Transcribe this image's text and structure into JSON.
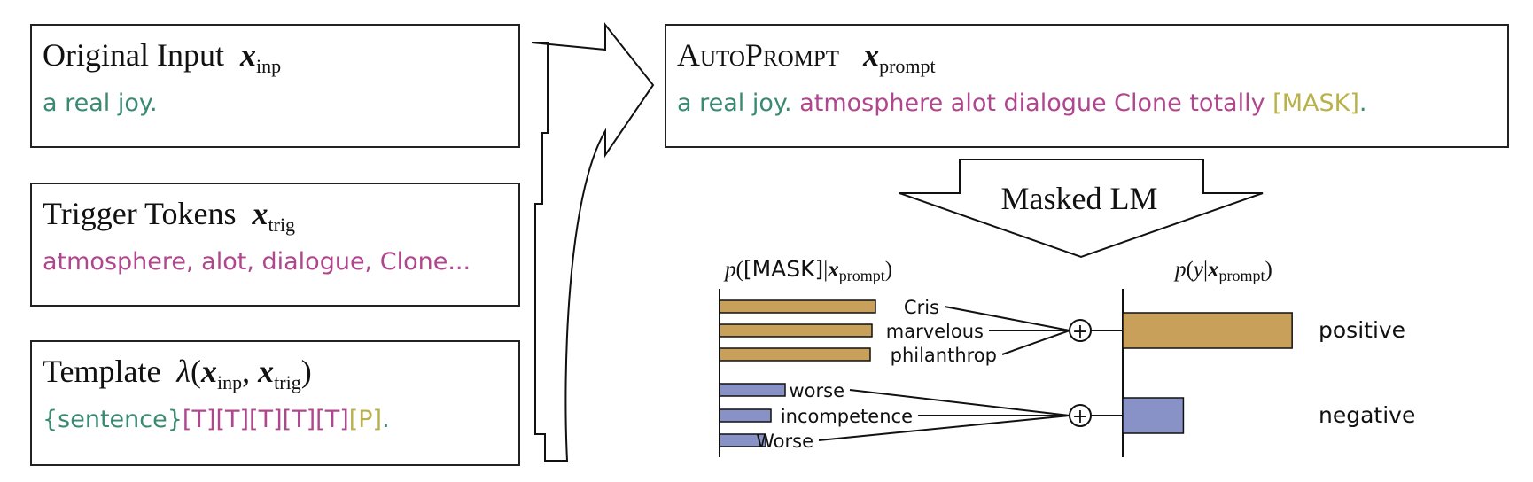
{
  "colors": {
    "green": "#3a8a72",
    "magenta": "#b0478e",
    "olive": "#b9b14a",
    "positive_bar": "#c9a05a",
    "negative_bar": "#8892c6"
  },
  "original_input": {
    "title": "Original Input",
    "var": "x",
    "sub": "inp",
    "text": "a real joy."
  },
  "trigger_tokens": {
    "title": "Trigger Tokens",
    "var": "x",
    "sub": "trig",
    "text": "atmosphere, alot, dialogue, Clone..."
  },
  "template": {
    "title": "Template",
    "lambda": "λ",
    "open": "(",
    "var1": "x",
    "sub1": "inp",
    "comma": ", ",
    "var2": "x",
    "sub2": "trig",
    "close": ")",
    "sentence": "{sentence}",
    "triggers": "[T][T][T][T][T]",
    "predict": "[P]",
    "period": "."
  },
  "autoprompt": {
    "title": "AutoPrompt",
    "var": "x",
    "sub": "prompt",
    "input_text": "a real joy.",
    "trigger_text": "atmosphere alot dialogue Clone totally",
    "mask": "[MASK]",
    "period": "."
  },
  "masked_lm_label": "Masked LM",
  "left_axis_label": {
    "p": "p",
    "open": "(",
    "mask": "[MASK]",
    "bar": "|",
    "var": "x",
    "sub": "prompt",
    "close": ")"
  },
  "right_axis_label": {
    "p": "p",
    "open": "(",
    "y": "y",
    "bar": "|",
    "var": "x",
    "sub": "prompt",
    "close": ")"
  },
  "plus_symbol": "+",
  "chart_data": [
    {
      "type": "bar",
      "orientation": "horizontal",
      "title": "p([MASK]|x_prompt)",
      "categories": [
        "Cris",
        "marvelous",
        "philanthrop",
        "worse",
        "incompetence",
        "Worse"
      ],
      "series": [
        {
          "name": "positive",
          "values": [
            0.88,
            0.86,
            0.85,
            null,
            null,
            null
          ]
        },
        {
          "name": "negative",
          "values": [
            null,
            null,
            null,
            0.37,
            0.29,
            0.26
          ]
        }
      ],
      "xlim": [
        0,
        1
      ],
      "grid": false
    },
    {
      "type": "bar",
      "orientation": "horizontal",
      "title": "p(y|x_prompt)",
      "categories": [
        "positive",
        "negative"
      ],
      "values": [
        0.81,
        0.29
      ],
      "xlim": [
        0,
        1
      ],
      "grid": false
    }
  ]
}
